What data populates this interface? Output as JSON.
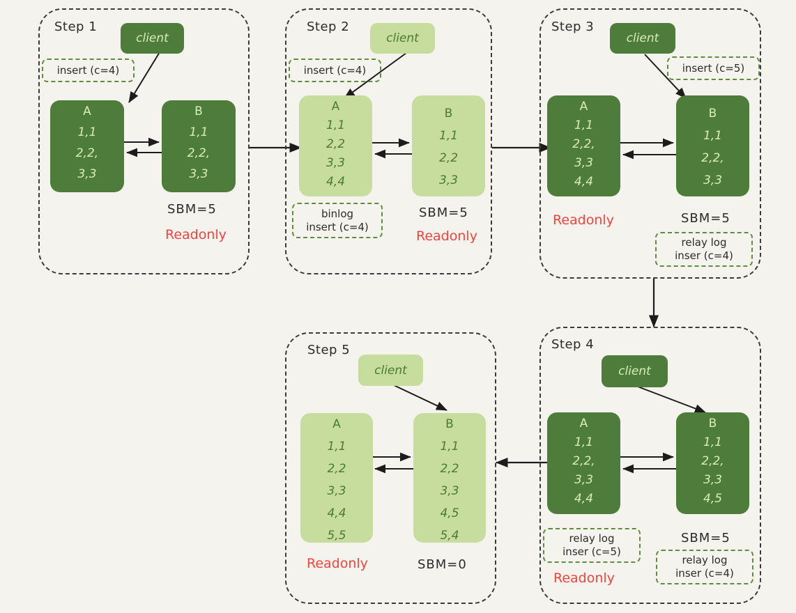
{
  "diagram": {
    "title": "MySQL master-slave replication failover steps",
    "background_color": "#f5f3ee",
    "colors": {
      "dark_green": "#4d7c3b",
      "light_green": "#c6dd9d",
      "dark_text_on_light": "#4a7a38",
      "light_text_on_dark": "#d9edb8",
      "annotation_border": "#5d8c3e",
      "readonly_red": "#f4433c",
      "frame_dash": "#3a3a3a"
    }
  },
  "steps": [
    {
      "id": "step1",
      "label": "Step 1",
      "theme": "dark",
      "client": {
        "label": "client"
      },
      "client_annotation": {
        "lines": [
          "insert (c=4)"
        ]
      },
      "nodes": [
        {
          "id": "A",
          "title": "A",
          "rows": [
            "1,1",
            "2,2,",
            "3,3"
          ]
        },
        {
          "id": "B",
          "title": "B",
          "rows": [
            "1,1",
            "2,2,",
            "3,3"
          ]
        }
      ],
      "sbm": {
        "text": "SBM=5",
        "under": "B"
      },
      "readonly": {
        "text": "Readonly",
        "under": "B"
      },
      "node_annotations": []
    },
    {
      "id": "step2",
      "label": "Step 2",
      "theme": "light",
      "client": {
        "label": "client"
      },
      "client_annotation": {
        "lines": [
          "insert (c=4)"
        ]
      },
      "nodes": [
        {
          "id": "A",
          "title": "A",
          "rows": [
            "1,1",
            "2,2",
            "3,3",
            "4,4"
          ]
        },
        {
          "id": "B",
          "title": "B",
          "rows": [
            "1,1",
            "2,2",
            "3,3"
          ]
        }
      ],
      "sbm": {
        "text": "SBM=5",
        "under": "B"
      },
      "readonly": {
        "text": "Readonly",
        "under": "B"
      },
      "node_annotations": [
        {
          "under": "A",
          "lines": [
            "binlog",
            "insert (c=4)"
          ]
        }
      ]
    },
    {
      "id": "step3",
      "label": "Step 3",
      "theme": "dark",
      "client": {
        "label": "client"
      },
      "client_annotation": {
        "lines": [
          "insert (c=5)"
        ]
      },
      "nodes": [
        {
          "id": "A",
          "title": "A",
          "rows": [
            "1,1",
            "2,2,",
            "3,3",
            "4,4"
          ]
        },
        {
          "id": "B",
          "title": "B",
          "rows": [
            "1,1",
            "2,2,",
            "3,3"
          ]
        }
      ],
      "sbm": {
        "text": "SBM=5",
        "under": "B"
      },
      "readonly": {
        "text": "Readonly",
        "under": "A"
      },
      "node_annotations": [
        {
          "under": "B",
          "lines": [
            "relay log",
            "inser (c=4)"
          ]
        }
      ]
    },
    {
      "id": "step4",
      "label": "Step 4",
      "theme": "dark",
      "client": {
        "label": "client"
      },
      "client_annotation": null,
      "nodes": [
        {
          "id": "A",
          "title": "A",
          "rows": [
            "1,1",
            "2,2,",
            "3,3",
            "4,4"
          ]
        },
        {
          "id": "B",
          "title": "B",
          "rows": [
            "1,1",
            "2,2,",
            "3,3",
            "4,5"
          ]
        }
      ],
      "sbm": {
        "text": "SBM=5",
        "under": "B"
      },
      "readonly": {
        "text": "Readonly",
        "under": "A"
      },
      "node_annotations": [
        {
          "under": "A",
          "lines": [
            "relay log",
            "inser (c=5)"
          ]
        },
        {
          "under": "B",
          "lines": [
            "relay log",
            "inser (c=4)"
          ]
        }
      ]
    },
    {
      "id": "step5",
      "label": "Step 5",
      "theme": "light",
      "client": {
        "label": "client"
      },
      "client_annotation": null,
      "nodes": [
        {
          "id": "A",
          "title": "A",
          "rows": [
            "1,1",
            "2,2",
            "3,3",
            "4,4",
            "5,5"
          ]
        },
        {
          "id": "B",
          "title": "B",
          "rows": [
            "1,1",
            "2,2",
            "3,3",
            "4,5",
            "5,4"
          ]
        }
      ],
      "sbm": {
        "text": "SBM=0",
        "under": "B"
      },
      "readonly": {
        "text": "Readonly",
        "under": "A"
      },
      "node_annotations": []
    }
  ],
  "flow_connectors": [
    {
      "id": "c1",
      "from": "step1",
      "to": "step2",
      "direction": "right"
    },
    {
      "id": "c2",
      "from": "step2",
      "to": "step3",
      "direction": "right"
    },
    {
      "id": "c3",
      "from": "step3",
      "to": "step4",
      "direction": "down"
    },
    {
      "id": "c4",
      "from": "step4",
      "to": "step5",
      "direction": "left"
    }
  ]
}
